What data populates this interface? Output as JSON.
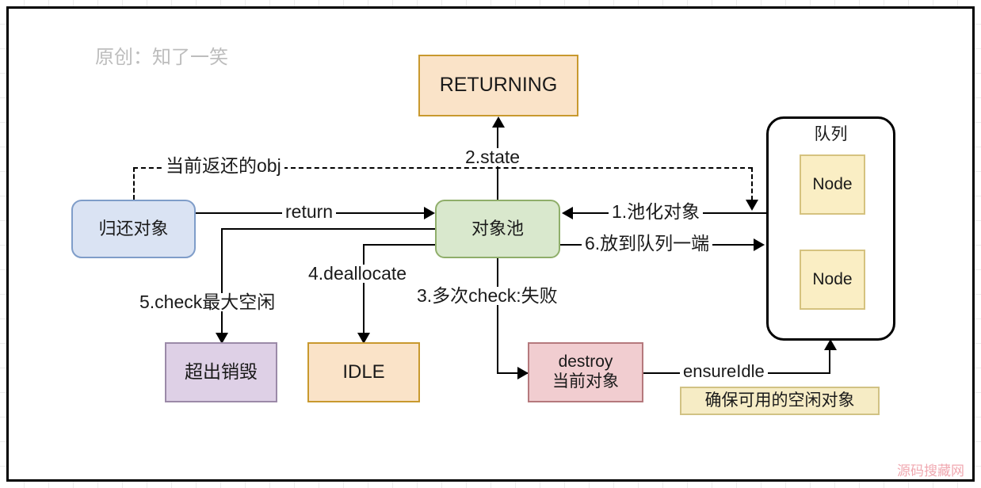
{
  "diagram": {
    "title_watermark": "原创：知了一笑",
    "footer_watermark": "源码搜藏网",
    "nodes": {
      "returning": {
        "label": "RETURNING",
        "fill": "#fae3c8",
        "stroke": "#c8992e"
      },
      "pool": {
        "label": "对象池",
        "fill": "#d9e8cd",
        "stroke": "#8fae6a"
      },
      "return_object": {
        "label": "归还对象",
        "fill": "#dae3f3",
        "stroke": "#7f9dc9"
      },
      "idle": {
        "label": "IDLE",
        "fill": "#fae3c8",
        "stroke": "#c8992e"
      },
      "overflow_destroy": {
        "label": "超出销毁",
        "fill": "#ded0e6",
        "stroke": "#9b8aa8"
      },
      "destroy_current": {
        "label": "destroy\n当前对象",
        "fill": "#f1cdd0",
        "stroke": "#b5797d"
      },
      "note_ensure_idle": {
        "label": "确保可用的空闲对象",
        "fill": "#f6ecc5",
        "stroke": "#d1c284"
      },
      "queue": {
        "label": "队列",
        "fill": "#ffffff",
        "stroke": "#000000",
        "items": [
          {
            "label": "Node"
          },
          {
            "label": "Node"
          }
        ]
      }
    },
    "edges": {
      "current_returned_obj": "当前返还的obj",
      "state": "2.state",
      "return": "return",
      "pooled_object": "1.池化对象",
      "put_to_queue_end": "6.放到队列一端",
      "deallocate": "4.deallocate",
      "check_max_idle": "5.check最大空闲",
      "multi_check_fail": "3.多次check:失败",
      "ensure_idle": "ensureIdle"
    }
  }
}
